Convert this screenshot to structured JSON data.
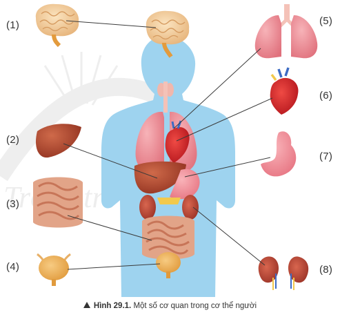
{
  "labels": {
    "l1": "(1)",
    "l2": "(2)",
    "l3": "(3)",
    "l4": "(4)",
    "l5": "(5)",
    "l6": "(6)",
    "l7": "(7)",
    "l8": "(8)"
  },
  "caption": {
    "figure": "Hình 29.1.",
    "text": "Một số cơ quan trong cơ thể người"
  },
  "colors": {
    "body_silhouette": "#9ed3ef",
    "brain": "#f2cd9b",
    "lung": "#ef8e98",
    "heart": "#d9292b",
    "liver": "#b0442d",
    "stomach": "#f28c97",
    "intestine": "#d88b6e",
    "kidney": "#b84a3a",
    "bladder": "#f0b05c",
    "thyroid": "#f1b7ac",
    "leader_line": "#3a3a3a"
  }
}
